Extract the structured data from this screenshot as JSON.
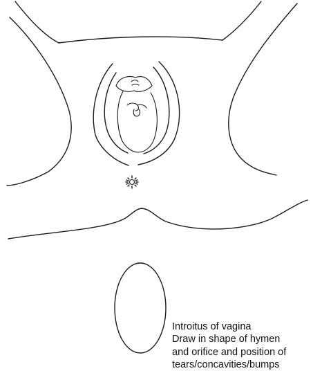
{
  "caption": {
    "lines": [
      "Introitus of vagina",
      "Draw in shape of hymen",
      "and orifice and position of",
      "tears/concavities/bumps"
    ]
  },
  "diagram": {
    "stroke_color": "#1a1a1a",
    "background": "#ffffff",
    "parts": [
      "thigh-outline-left",
      "thigh-outline-right",
      "buttock-line-left",
      "buttock-line-right",
      "labia-majora-left",
      "labia-majora-right",
      "labia-minora-left",
      "labia-minora-right",
      "clitoral-hood",
      "urethral-opening",
      "vaginal-opening",
      "anus",
      "introitus-blank-ellipse"
    ]
  }
}
